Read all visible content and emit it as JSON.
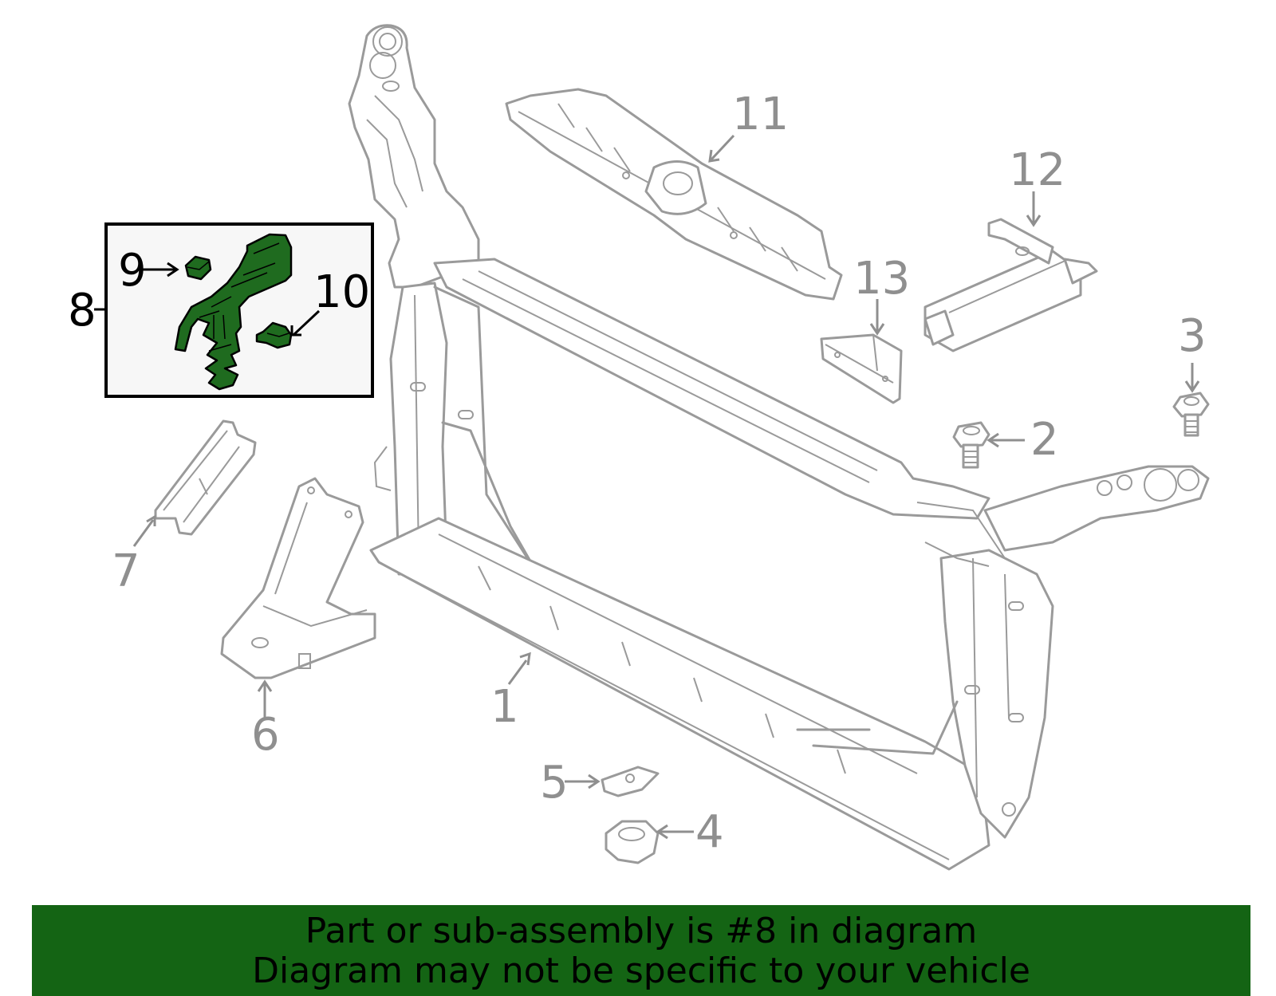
{
  "callouts": [
    {
      "id": "1",
      "label": "1",
      "highlighted": false
    },
    {
      "id": "2",
      "label": "2",
      "highlighted": false
    },
    {
      "id": "3",
      "label": "3",
      "highlighted": false
    },
    {
      "id": "4",
      "label": "4",
      "highlighted": false
    },
    {
      "id": "5",
      "label": "5",
      "highlighted": false
    },
    {
      "id": "6",
      "label": "6",
      "highlighted": false
    },
    {
      "id": "7",
      "label": "7",
      "highlighted": false
    },
    {
      "id": "8",
      "label": "8",
      "highlighted": true
    },
    {
      "id": "9",
      "label": "9",
      "highlighted": true
    },
    {
      "id": "10",
      "label": "10",
      "highlighted": true
    },
    {
      "id": "11",
      "label": "11",
      "highlighted": false
    },
    {
      "id": "12",
      "label": "12",
      "highlighted": false
    },
    {
      "id": "13",
      "label": "13",
      "highlighted": false
    }
  ],
  "banner": {
    "line1": "Part or sub-assembly is #8 in diagram",
    "line2": "Diagram may not be specific to your vehicle"
  },
  "colors": {
    "highlight_part": "#1f6b1f",
    "banner_background": "#146414",
    "part_outline": "#9a9a9a",
    "callout_inactive": "#8f8f8f",
    "callout_active": "#000000"
  }
}
